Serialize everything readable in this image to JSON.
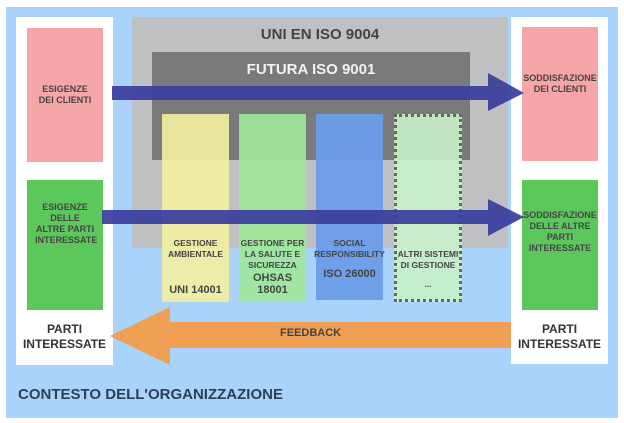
{
  "context_label": "CONTESTO DELL'ORGANIZZAZIONE",
  "outer_box_title": "UNI EN ISO 9004",
  "inner_box_title": "FUTURA ISO 9001",
  "left_panel": {
    "top_box": "ESIGENZE DEI CLIENTI",
    "bottom_box": "ESIGENZE DELLE ALTRE PARTI INTERESSATE",
    "label": "PARTI INTERESSATE"
  },
  "right_panel": {
    "top_box": "SODDISFAZIONE DEI CLIENTI",
    "bottom_box": "SODDISFAZIONE DELLE ALTRE PARTI INTERESSATE",
    "label": "PARTI INTERESSATE"
  },
  "systems": [
    {
      "description": "GESTIONE AMBIENTALE",
      "standard": "UNI 14001",
      "color": "#f3f0a0"
    },
    {
      "description": "GESTIONE PER LA SALUTE E SICUREZZA",
      "standard": "OHSAS 18001",
      "color": "#9de89a"
    },
    {
      "description": "SOCIAL RESPONSIBILITY",
      "standard": "ISO 26000",
      "color": "#6a9de8"
    },
    {
      "description": "ALTRI SISTEMI DI GESTIONE",
      "standard": "...",
      "color": "#c9f0c9"
    }
  ],
  "feedback_label": "FEEDBACK",
  "colors": {
    "arrow_blue": "#3a3d9c",
    "arrow_orange": "#f0a055",
    "background": "#a9d3fb"
  }
}
